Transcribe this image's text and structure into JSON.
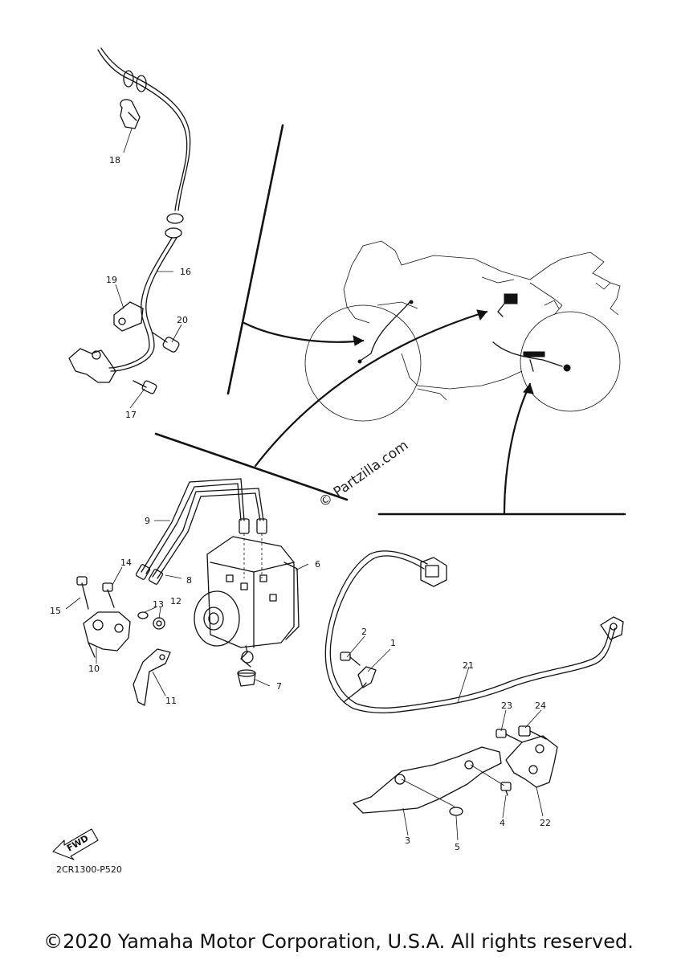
{
  "diagram": {
    "part_numbers": [
      "1",
      "2",
      "3",
      "4",
      "5",
      "6",
      "7",
      "8",
      "9",
      "10",
      "11",
      "12",
      "13",
      "14",
      "15",
      "16",
      "17",
      "18",
      "19",
      "20",
      "21",
      "22",
      "23",
      "24"
    ],
    "watermark": "© Partzilla.com",
    "fwd_label": "FWD",
    "diagram_code": "2CR1300-P520"
  },
  "footer": {
    "copyright": "©2020 Yamaha Motor Corporation, U.S.A. All rights reserved."
  }
}
